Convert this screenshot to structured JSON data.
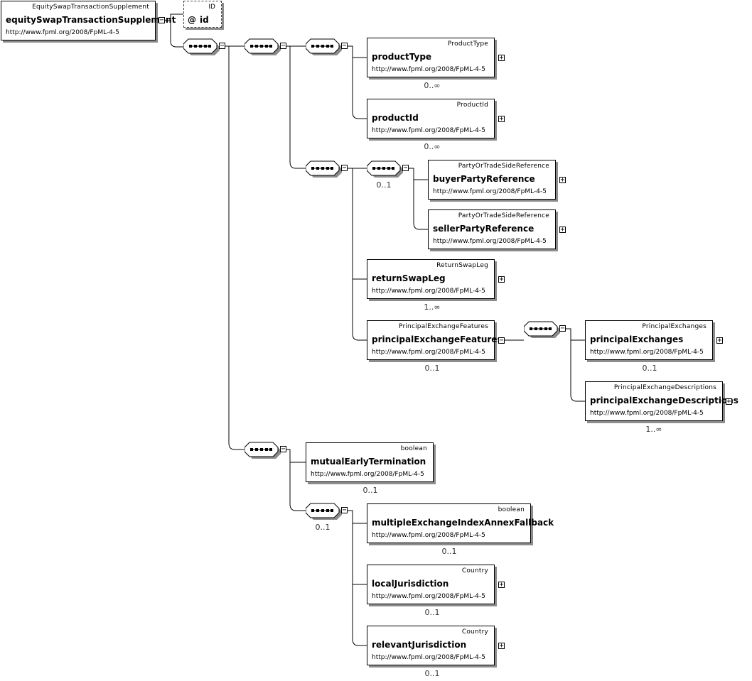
{
  "root": {
    "type": "EquitySwapTransactionSupplement",
    "name": "equitySwapTransactionSupplement",
    "namespace": "http://www.fpml.org/2008/FpML-4-5"
  },
  "attribute": {
    "type": "ID",
    "symbol": "@",
    "name": "id"
  },
  "elements": {
    "productType": {
      "type": "ProductType",
      "name": "productType",
      "namespace": "http://www.fpml.org/2008/FpML-4-5",
      "cardinality": "0..∞"
    },
    "productId": {
      "type": "ProductId",
      "name": "productId",
      "namespace": "http://www.fpml.org/2008/FpML-4-5",
      "cardinality": "0..∞"
    },
    "buyerPartyReference": {
      "type": "PartyOrTradeSideReference",
      "name": "buyerPartyReference",
      "namespace": "http://www.fpml.org/2008/FpML-4-5"
    },
    "sellerPartyReference": {
      "type": "PartyOrTradeSideReference",
      "name": "sellerPartyReference",
      "namespace": "http://www.fpml.org/2008/FpML-4-5"
    },
    "returnSwapLeg": {
      "type": "ReturnSwapLeg",
      "name": "returnSwapLeg",
      "namespace": "http://www.fpml.org/2008/FpML-4-5",
      "cardinality": "1..∞"
    },
    "principalExchangeFeatures": {
      "type": "PrincipalExchangeFeatures",
      "name": "principalExchangeFeatures",
      "namespace": "http://www.fpml.org/2008/FpML-4-5",
      "cardinality": "0..1"
    },
    "principalExchanges": {
      "type": "PrincipalExchanges",
      "name": "principalExchanges",
      "namespace": "http://www.fpml.org/2008/FpML-4-5",
      "cardinality": "0..1"
    },
    "principalExchangeDescriptions": {
      "type": "PrincipalExchangeDescriptions",
      "name": "principalExchangeDescriptions",
      "namespace": "http://www.fpml.org/2008/FpML-4-5",
      "cardinality": "1..∞"
    },
    "mutualEarlyTermination": {
      "type": "boolean",
      "name": "mutualEarlyTermination",
      "namespace": "http://www.fpml.org/2008/FpML-4-5",
      "cardinality": "0..1"
    },
    "multipleExchangeIndexAnnexFallback": {
      "type": "boolean",
      "name": "multipleExchangeIndexAnnexFallback",
      "namespace": "http://www.fpml.org/2008/FpML-4-5",
      "cardinality": "0..1"
    },
    "localJurisdiction": {
      "type": "Country",
      "name": "localJurisdiction",
      "namespace": "http://www.fpml.org/2008/FpML-4-5",
      "cardinality": "0..1"
    },
    "relevantJurisdiction": {
      "type": "Country",
      "name": "relevantJurisdiction",
      "namespace": "http://www.fpml.org/2008/FpML-4-5",
      "cardinality": "0..1"
    }
  },
  "sequences": {
    "party_refs": {
      "cardinality": "0..1"
    },
    "fallback_group": {
      "cardinality": "0..1"
    }
  },
  "icons": {
    "sequence": "sequence-compositor-icon",
    "collapse": "collapse-icon",
    "expand": "expand-icon"
  },
  "colors": {
    "line": "#000000",
    "shadow": "#8c8c8c",
    "box_fill": "#ffffff",
    "cardinality_text": "#333333"
  }
}
